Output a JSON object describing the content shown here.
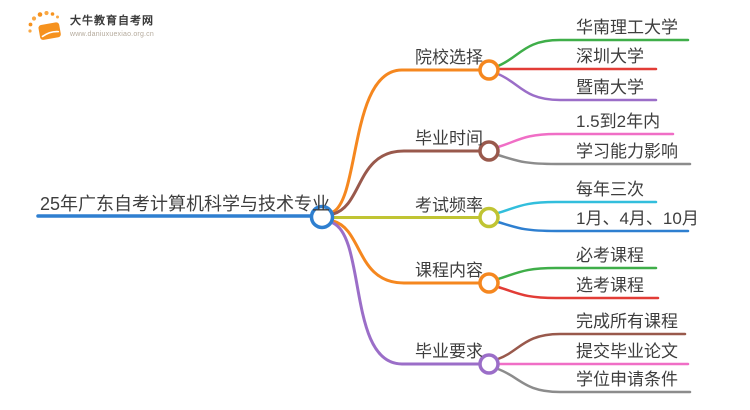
{
  "logo": {
    "title": "大牛教育自考网",
    "url": "www.daniuxuexiao.org.cn"
  },
  "colors": {
    "blue": "#2E7FD0",
    "orange": "#F5871F",
    "brown": "#99594C",
    "olive": "#C0C433",
    "purple": "#9B6EC8",
    "green": "#3FAE49",
    "red": "#E23C36",
    "pink": "#F06EC6",
    "gray": "#8C8C8C",
    "cyan": "#32BEDC",
    "logo_orange": "#F6921E",
    "logo_orange_light": "#F9A845"
  },
  "central": {
    "label": "25年广东自考计算机科学与技术专业"
  },
  "branches": [
    {
      "label": "院校选择",
      "children": [
        "华南理工大学",
        "深圳大学",
        "暨南大学"
      ]
    },
    {
      "label": "毕业时间",
      "children": [
        "1.5到2年内",
        "学习能力影响"
      ]
    },
    {
      "label": "考试频率",
      "children": [
        "每年三次",
        "1月、4月、10月"
      ]
    },
    {
      "label": "课程内容",
      "children": [
        "必考课程",
        "选考课程"
      ]
    },
    {
      "label": "毕业要求",
      "children": [
        "完成所有课程",
        "提交毕业论文",
        "学位申请条件"
      ]
    }
  ]
}
